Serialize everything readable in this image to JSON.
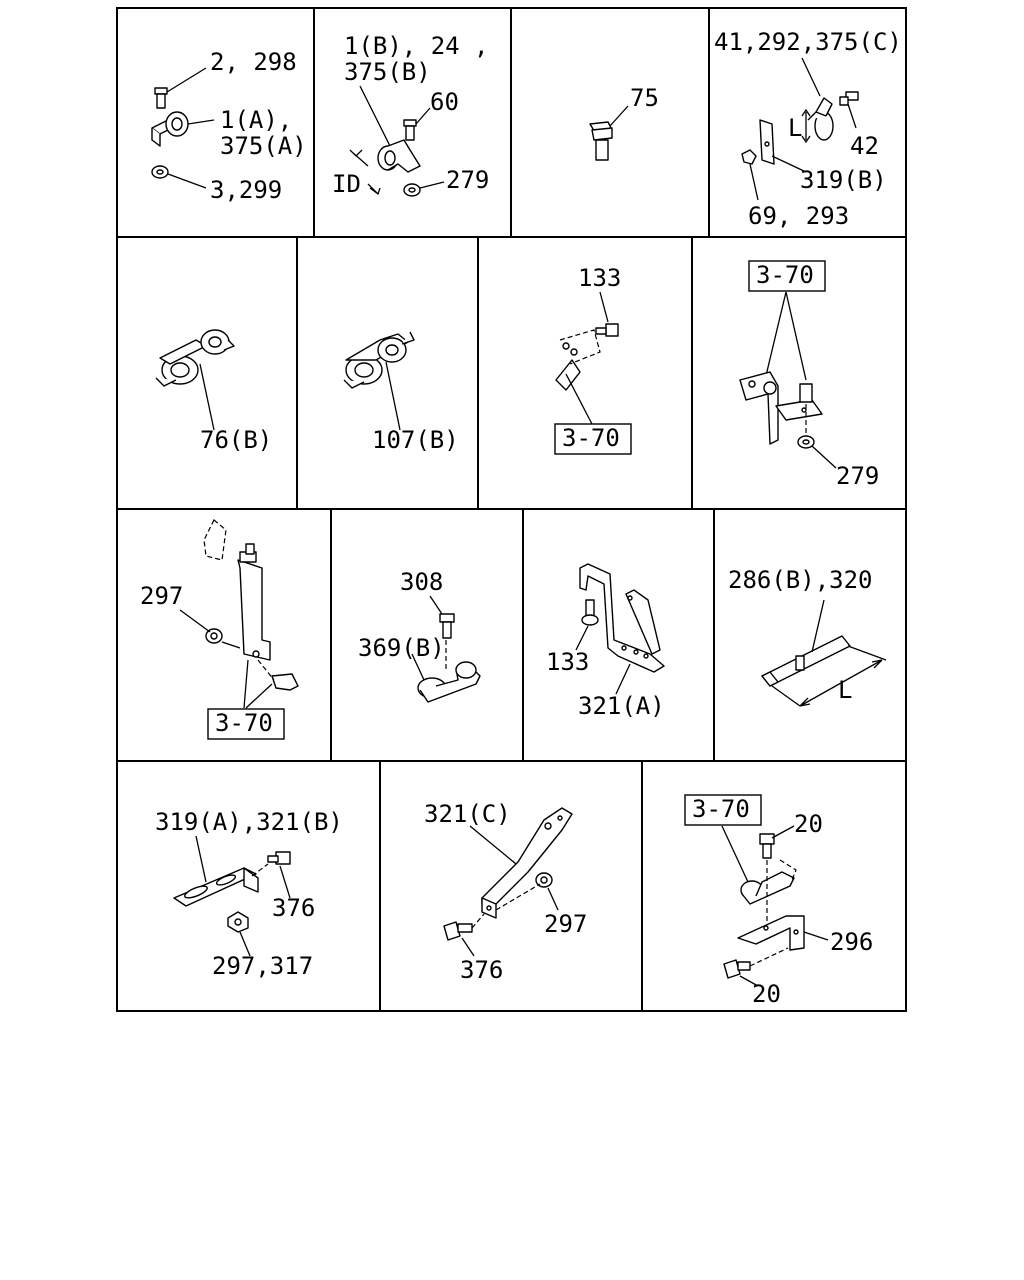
{
  "labels": {
    "c1_a": "2, 298",
    "c1_b1": "1(A),",
    "c1_b2": "375(A)",
    "c1_c": "3,299",
    "c2_a1": "1(B), 24 ,",
    "c2_a2": "375(B)",
    "c2_b": "60",
    "c2_c": "ID",
    "c2_d": "279",
    "c3_a": "75",
    "c4_a": "41,292,375(C)",
    "c4_b": "L",
    "c4_c": "42",
    "c4_d": "319(B)",
    "c4_e": "69, 293",
    "c5_a": "76(B)",
    "c6_a": "107(B)",
    "c7_a": "133",
    "c7_ref": "3-70",
    "c8_ref": "3-70",
    "c8_a": "279",
    "c9_a": "297",
    "c9_ref": "3-70",
    "c10_a": "308",
    "c10_b": "369(B)",
    "c11_a": "133",
    "c11_b": "321(A)",
    "c12_a": "286(B),320",
    "c12_b": "L",
    "c13_a": "319(A),321(B)",
    "c13_b": "376",
    "c13_c": "297,317",
    "c14_a": "321(C)",
    "c14_b": "297",
    "c14_c": "376",
    "c15_ref": "3-70",
    "c15_a": "20",
    "c15_b": "296",
    "c15_c": "20"
  }
}
